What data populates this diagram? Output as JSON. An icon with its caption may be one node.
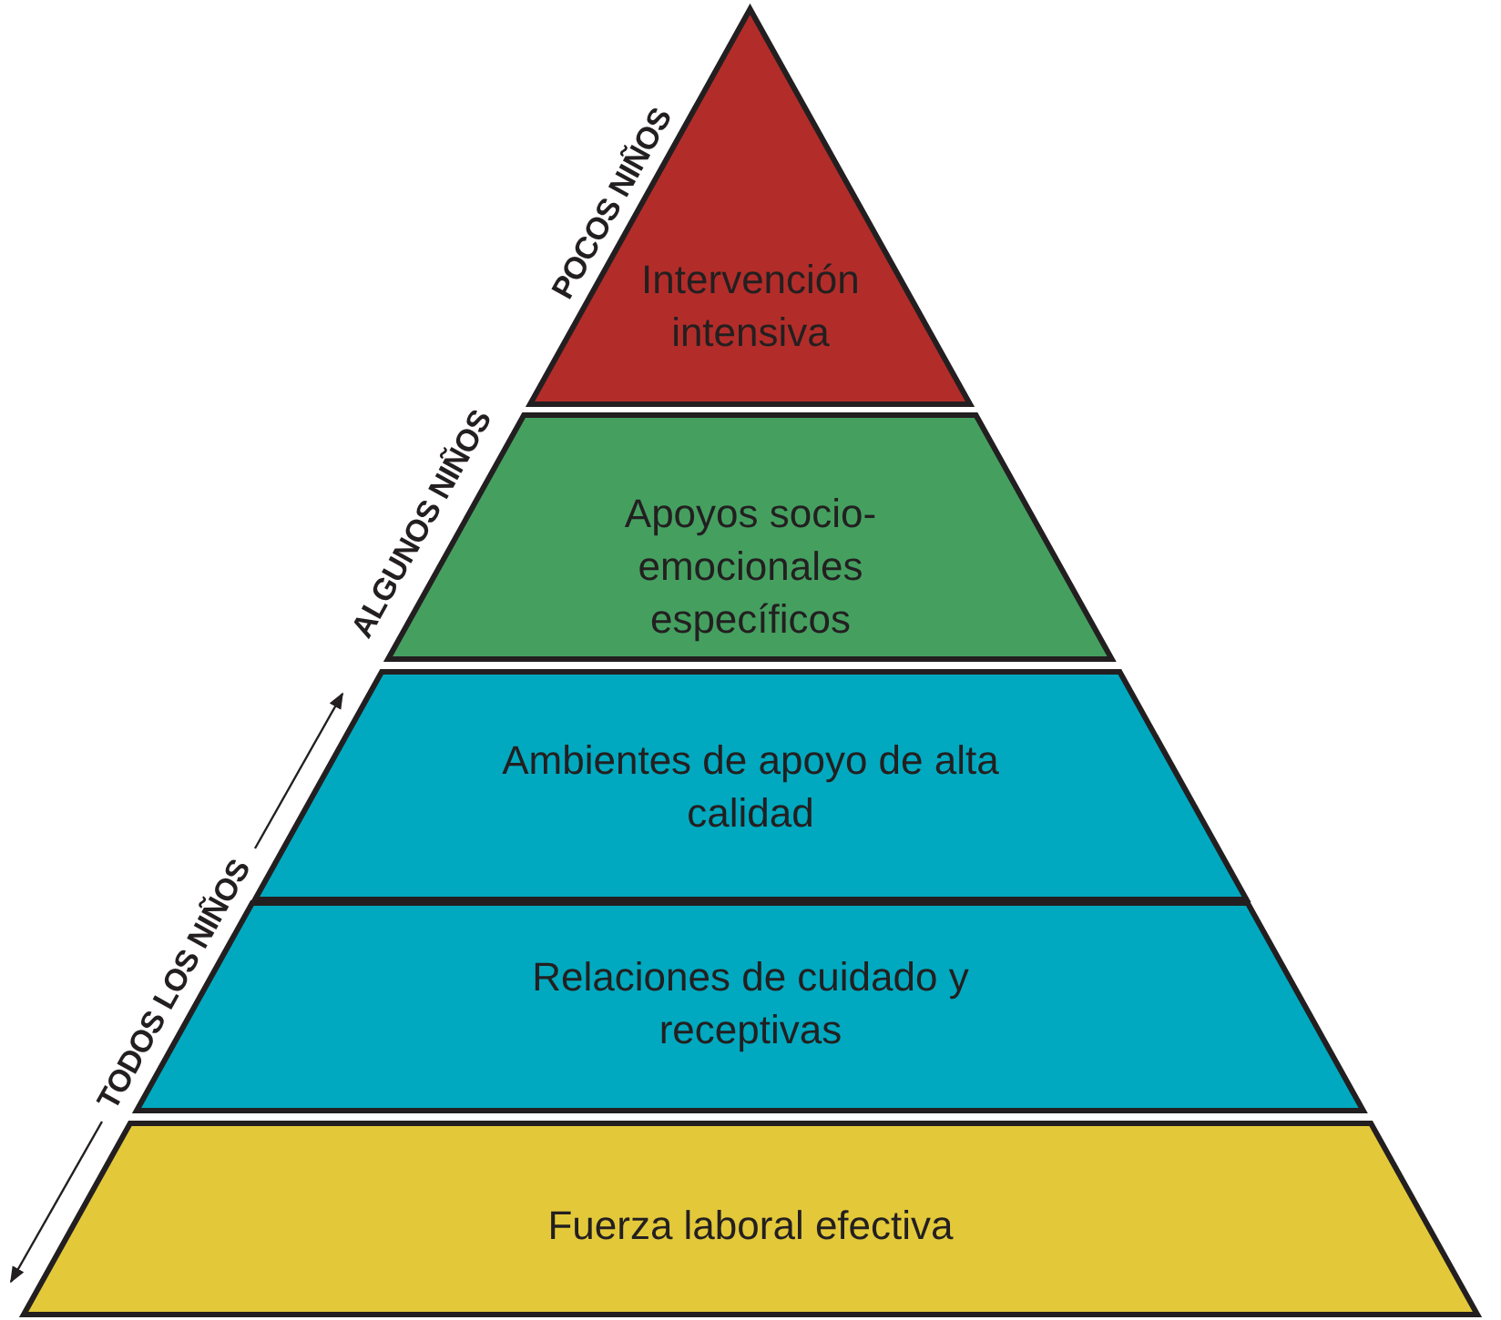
{
  "diagram": {
    "nodes": [
      {
        "text": [
          "Intervención intensiva"
        ]
      },
      {
        "text": [
          "Apoyos socio-emocionales específicos"
        ]
      },
      {
        "text": [
          "Ambientes de apoyo de alta calidad"
        ]
      },
      {
        "text": [
          "Relaciones de cuidado y receptivas"
        ]
      },
      {
        "text": [
          "Fuerza laboral efectiva"
        ]
      }
    ],
    "labels": [
      "POCOS NIÑOS",
      "ALGUNOS NIÑOS",
      "TODOS LOS NIÑOS"
    ]
  }
}
